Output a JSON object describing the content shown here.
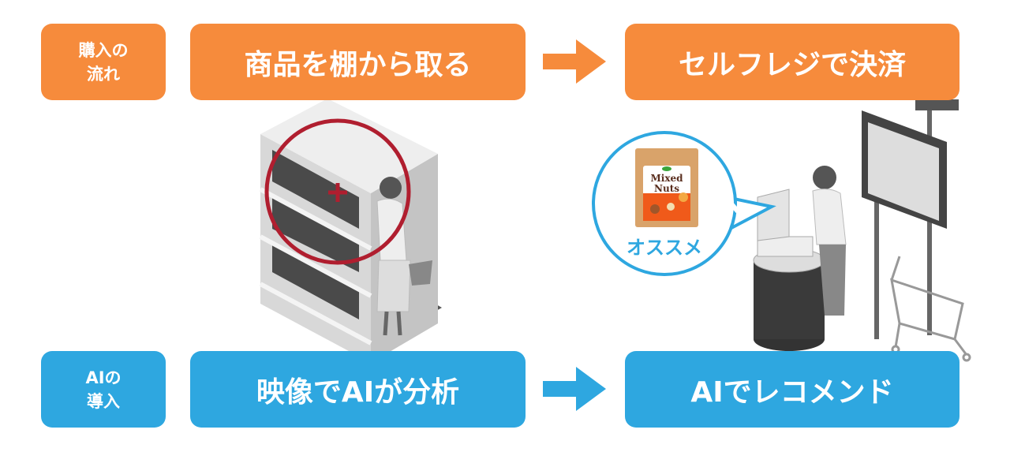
{
  "rows": {
    "purchase": {
      "label_line1": "購入の",
      "label_line2": "流れ",
      "step1": "商品を棚から取る",
      "step2": "セルフレジで決済"
    },
    "ai": {
      "label_line1": "AIの",
      "label_line2": "導入",
      "step1": "映像でAIが分析",
      "step2": "AIでレコメンド"
    }
  },
  "bubble": {
    "product_line1": "Mixed",
    "product_line2": "Nuts",
    "caption": "オススメ"
  },
  "colors": {
    "orange": "#F68B3C",
    "blue": "#2EA7E0",
    "red": "#B01E2F"
  }
}
